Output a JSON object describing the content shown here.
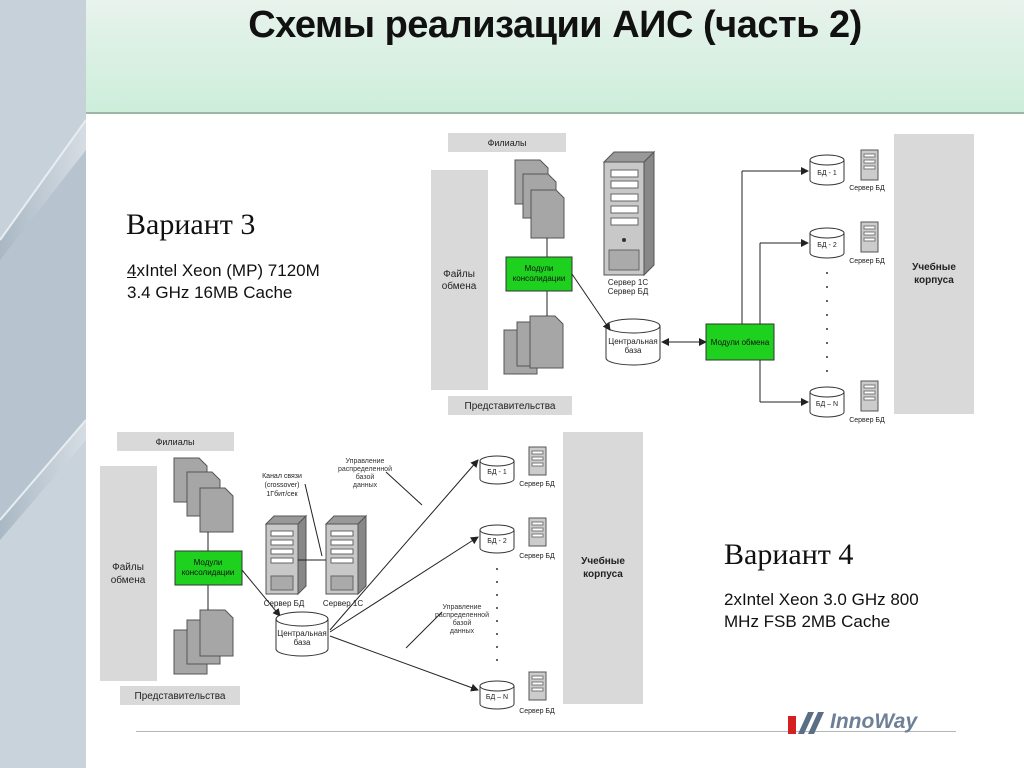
{
  "slide": {
    "title": "Схемы реализации  АИС (часть 2)"
  },
  "variant3": {
    "heading": "Вариант 3",
    "spec_num": "4",
    "spec_rest": "xIntel Xeon (MP) 7120M",
    "spec_line2": "3.4 GHz 16MB Cache",
    "diagram": {
      "branches": "Филиалы",
      "exchange_files_1": "Файлы",
      "exchange_files_2": "обмена",
      "consolidation_1": "Модули",
      "consolidation_2": "консолидации",
      "server_1": "Сервер 1С",
      "server_2": "Сервер БД",
      "central_db_1": "Центральная",
      "central_db_2": "база",
      "exchange_module": "Модули обмена",
      "representations": "Представительства",
      "campus_1": "Учебные",
      "campus_2": "корпуса",
      "db1": "БД - 1",
      "db2": "БД - 2",
      "dbn": "БД – N",
      "db_server": "Сервер БД"
    }
  },
  "variant4": {
    "heading": "Вариант 4",
    "spec_line1": "2xIntel Xeon 3.0 GHz 800",
    "spec_line2": "MHz FSB 2MB Cache",
    "diagram": {
      "branches": "Филиалы",
      "exchange_files_1": "Файлы",
      "exchange_files_2": "обмена",
      "consolidation_1": "Модули",
      "consolidation_2": "консолидации",
      "channel_1": "Канал связи",
      "channel_2": "(crossover)",
      "channel_3": "1Гбит/сек",
      "mgmt_top_1": "Управление",
      "mgmt_top_2": "распределенной",
      "mgmt_top_3": "базой",
      "mgmt_top_4": "данных",
      "mgmt_bot_1": "Управление",
      "mgmt_bot_2": "распределенной",
      "mgmt_bot_3": "базой",
      "mgmt_bot_4": "данных",
      "server_db": "Сервер БД",
      "server_1c": "Сервер 1С",
      "central_db_1": "Центральная",
      "central_db_2": "база",
      "representations": "Представительства",
      "campus_1": "Учебные",
      "campus_2": "корпуса",
      "db1": "БД - 1",
      "db2": "БД - 2",
      "dbn": "БД – N",
      "db_server": "Сервер БД"
    }
  },
  "logo": {
    "text": "InnoWay"
  },
  "colors": {
    "module_green": "#1fd11f",
    "panel_gray": "#d9d9d9",
    "doc_gray": "#a6a6a6"
  }
}
